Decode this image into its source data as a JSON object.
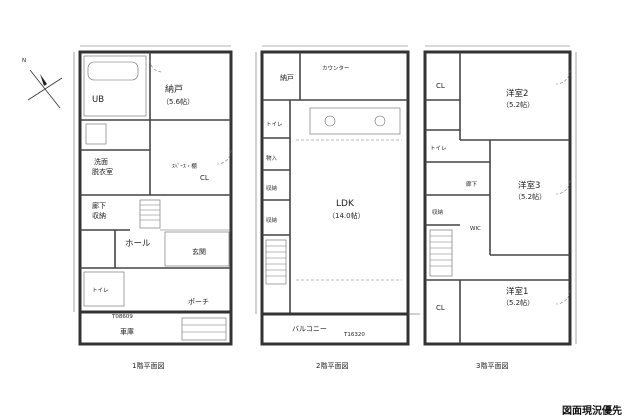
{
  "floor1": {
    "caption": "1階平面図",
    "rooms": {
      "ub": "UB",
      "storage": "納戸",
      "storage_area": "（5.6帖）",
      "washroom": "洗面",
      "washroom2": "脱衣室",
      "cl": "CL",
      "shelf": "ｽﾍﾟｰｽ・棚",
      "hall_storage": "廊下",
      "hall_storage2": "収納",
      "hall": "ホール",
      "entrance": "玄関",
      "porch": "ポーチ",
      "garage": "車庫",
      "wc": "トイレ"
    },
    "dims": {
      "d1": "T08609"
    }
  },
  "floor2": {
    "caption": "2階平面図",
    "rooms": {
      "storage": "納戸",
      "counter": "カウンター",
      "toilet": "トイレ",
      "ldk": "LDK",
      "ldk_area": "（14.0帖）",
      "storage2": "収納",
      "storage3": "収納",
      "balcony": "バルコニー",
      "closet": "物入"
    },
    "dims": {
      "d1": "T16320"
    }
  },
  "floor3": {
    "caption": "3階平面図",
    "rooms": {
      "western2": "洋室2",
      "western2_area": "（5.2帖）",
      "cl_top": "CL",
      "toilet": "トイレ",
      "western3": "洋室3",
      "western3_area": "（5.2帖）",
      "hall": "廊下",
      "storage": "収納",
      "western1": "洋室1",
      "western1_area": "（5.2帖）",
      "cl_bottom": "CL",
      "wic": "WIC"
    }
  },
  "notice": "図面現況優先",
  "colors": {
    "wall": "#333333",
    "background": "#ffffff"
  }
}
